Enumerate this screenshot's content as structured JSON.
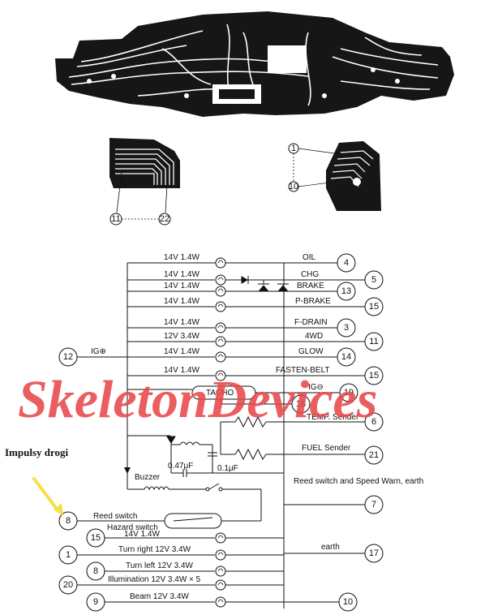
{
  "watermark": "SkeletonDevices",
  "annotation": {
    "text": "Impulsy drogi",
    "arrow_color": "#f4e04a"
  },
  "callouts": {
    "left_first": "11",
    "left_last": "22",
    "right_first": "1",
    "right_last": "10"
  },
  "indicators": [
    {
      "rating": "14V 1.4W",
      "label": "OIL",
      "pin": "4"
    },
    {
      "rating": "14V 1.4W",
      "label": "CHG",
      "pin": "5"
    },
    {
      "rating": "14V 1.4W",
      "label": "BRAKE",
      "pin": "13"
    },
    {
      "rating": "14V 1.4W",
      "label": "P-BRAKE",
      "pin": "15"
    },
    {
      "rating": "14V 1.4W",
      "label": "F-DRAIN",
      "pin": "3"
    },
    {
      "rating": "12V 3.4W",
      "label": "4WD",
      "pin": "11"
    },
    {
      "rating": "14V 1.4W",
      "label": "GLOW",
      "pin": "14"
    },
    {
      "rating": "14V 1.4W",
      "label": "FASTEN-BELT",
      "pin": "15"
    }
  ],
  "ig_plus": {
    "pin": "12",
    "label": "IG⊕"
  },
  "tacho": {
    "label": "TACHO",
    "ig_minus": "IG⊖",
    "pin_a": "19",
    "pin_b": "18"
  },
  "temp": {
    "label": "TEMP. Sender",
    "pin": "6"
  },
  "fuel": {
    "label": "FUEL Sender",
    "pin": "21"
  },
  "capacitors": {
    "c1": "0.47μF",
    "c2": "0.1μF"
  },
  "buzzer": "Buzzer",
  "reed_earth": "Reed switch and Speed Warn, earth",
  "reed": {
    "label": "Reed switch",
    "pin": "8",
    "pin_right": "7"
  },
  "hazard": {
    "label": "Hazard switch",
    "rating": "14V 1.4W",
    "pin": "15"
  },
  "turn_right": {
    "label": "Turn right 12V 3.4W",
    "pin": "1"
  },
  "earth": {
    "label": "earth",
    "pin": "17"
  },
  "turn_left": {
    "label": "Turn left 12V 3.4W",
    "pin": "8"
  },
  "illumination": {
    "label": "Illumination 12V 3.4W × 5",
    "pin": "20"
  },
  "beam": {
    "label": "Beam 12V 3.4W",
    "pin_left": "9",
    "pin_right": "10"
  }
}
